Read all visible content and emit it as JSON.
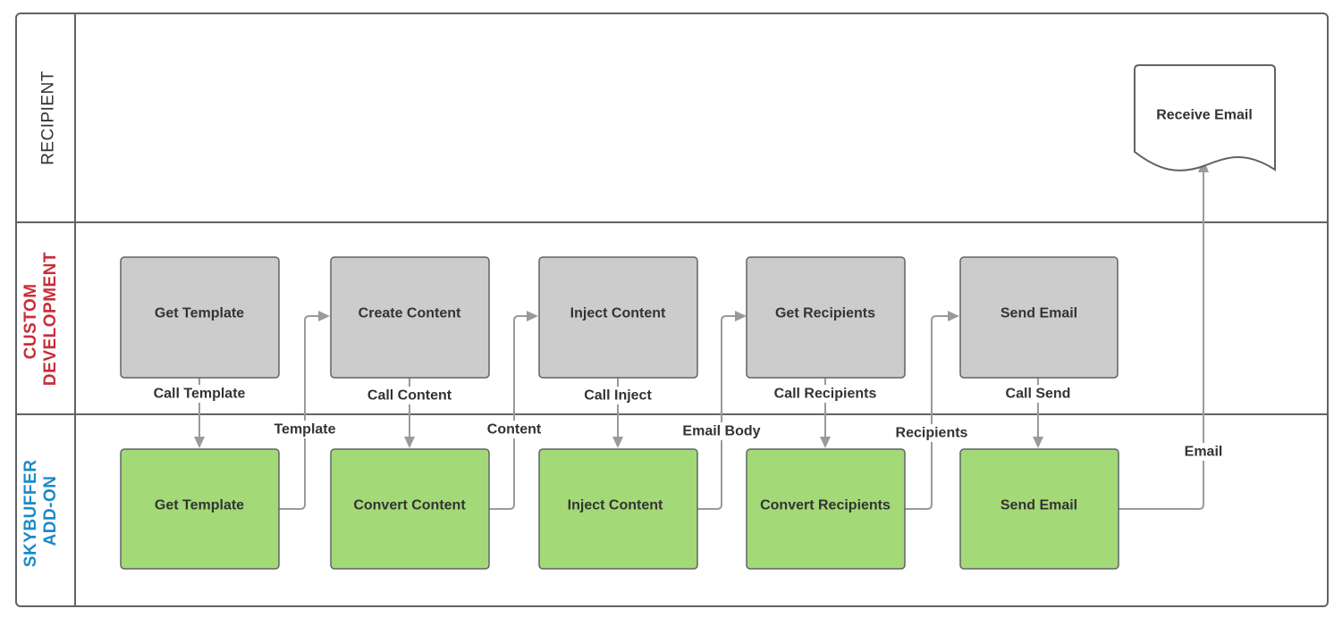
{
  "colors": {
    "frame": "#5f6368",
    "process_gray": "#cccccc",
    "process_green": "#a3d977",
    "connector": "#9a9a9a",
    "lane_recipient": "#333333",
    "lane_custom": "#c92d39",
    "lane_addon": "#1a8ac9"
  },
  "lanes": {
    "recipient": "RECIPIENT",
    "custom_line1": "CUSTOM",
    "custom_line2": "DEVELOPMENT",
    "addon_line1": "SKYBUFFER",
    "addon_line2": "ADD-ON"
  },
  "recipient": {
    "receive_email": "Receive Email"
  },
  "custom": {
    "get_template": "Get Template",
    "create_content": "Create Content",
    "inject_content": "Inject Content",
    "get_recipients": "Get Recipients",
    "send_email": "Send Email"
  },
  "addon": {
    "get_template": "Get Template",
    "convert_content": "Convert Content",
    "inject_content": "Inject Content",
    "convert_recipients": "Convert Recipients",
    "send_email": "Send Email"
  },
  "calls": {
    "call_template": "Call Template",
    "call_content": "Call Content",
    "call_inject": "Call Inject",
    "call_recipients": "Call Recipients",
    "call_send": "Call Send"
  },
  "returns": {
    "template": "Template",
    "content": "Content",
    "email_body": "Email Body",
    "recipients": "Recipients",
    "email": "Email"
  }
}
